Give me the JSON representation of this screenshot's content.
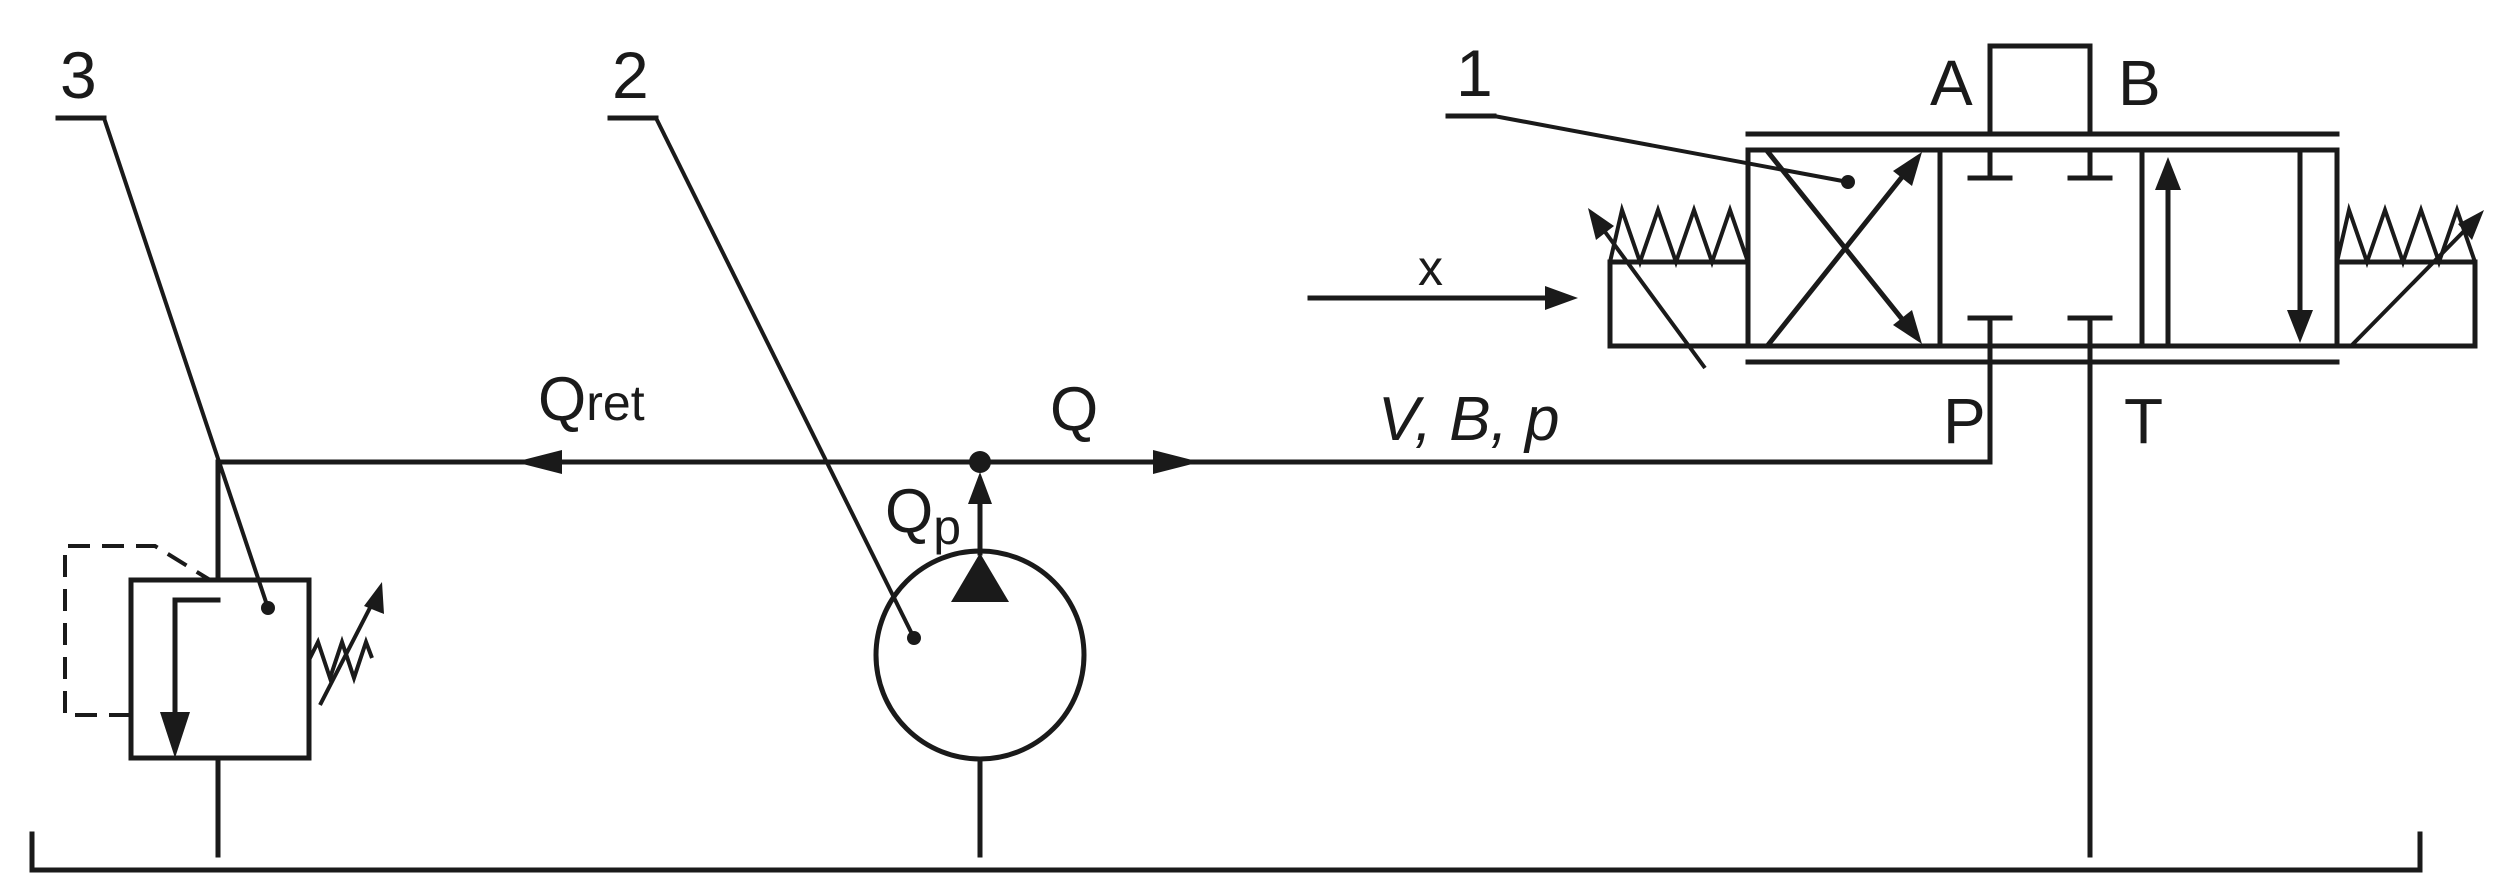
{
  "components": {
    "valve": {
      "number": "1"
    },
    "pump": {
      "number": "2"
    },
    "relief_valve": {
      "number": "3"
    }
  },
  "ports": {
    "a": "A",
    "b": "B",
    "p": "P",
    "t": "T"
  },
  "labels": {
    "q_ret_main": "Q",
    "q_ret_sub": "ret",
    "q": "Q",
    "q_p_main": "Q",
    "q_p_sub": "p",
    "line_params": "V, B, p",
    "spool_input": "x"
  }
}
